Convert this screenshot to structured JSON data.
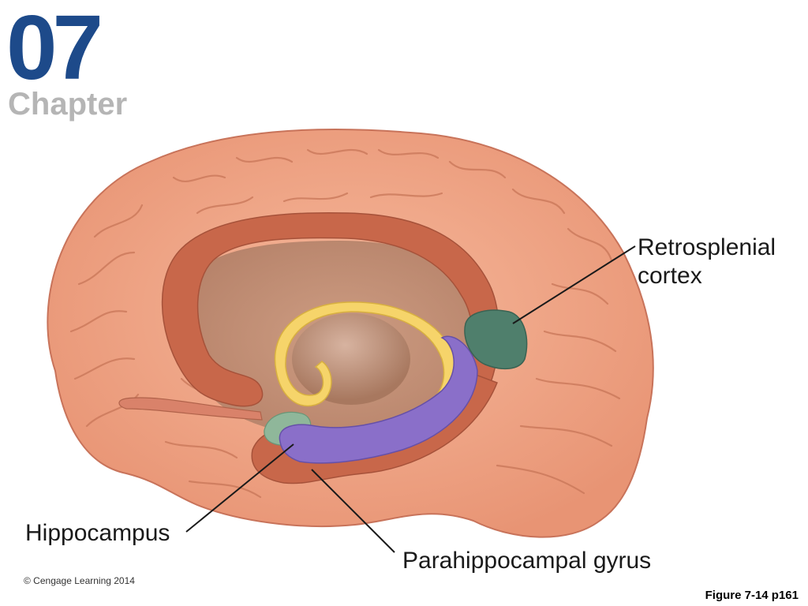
{
  "chapter": {
    "number": "07",
    "word": "Chapter"
  },
  "labels": {
    "retrosplenial_cortex": "Retrosplenial cortex",
    "hippocampus": "Hippocampus",
    "parahippocampal_gyrus": "Parahippocampal gyrus"
  },
  "copyright": "© Cengage Learning 2014",
  "figure_ref": "Figure 7-14 p161",
  "colors": {
    "chapter_number": "#1d4a8a",
    "chapter_word": "#b5b5b5",
    "cortex": "#f0a385",
    "cingulate": "#c8674a",
    "fornix": "#f6d46a",
    "thalamus": "#b98a70",
    "retrosplenial": "#4f7f6c",
    "hippocampus": "#8a6fc9",
    "parahippocampal": "#c8674a"
  }
}
